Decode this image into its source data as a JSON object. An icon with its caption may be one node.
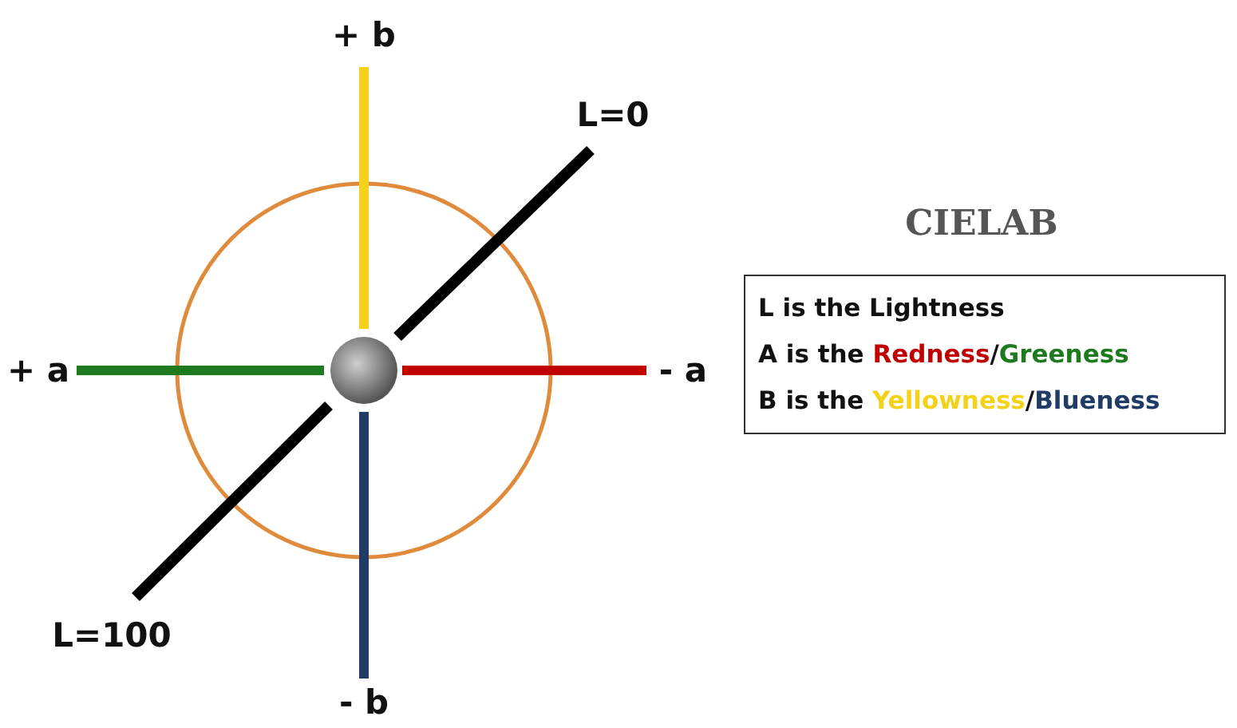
{
  "diagram": {
    "title": "CIELAB",
    "nodes": [
      {
        "text": [
          "L is the Lightness",
          "A is the Redness/Greeness",
          "B is the Yellowness/Blueness"
        ]
      }
    ],
    "labels": [
      "+ b",
      "L=0",
      "+ a",
      "- a",
      "L=100",
      "- b"
    ]
  }
}
